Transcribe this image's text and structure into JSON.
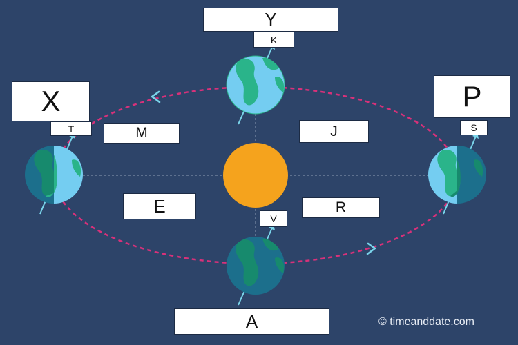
{
  "labels": {
    "y": "Y",
    "k": "K",
    "x": "X",
    "t": "T",
    "p": "P",
    "s": "S",
    "m": "M",
    "j": "J",
    "e": "E",
    "r": "R",
    "v": "V",
    "a": "A"
  },
  "credit": "© timeanddate.com",
  "colors": {
    "background": "#2d4469",
    "orbit": "#d8317a",
    "sun": "#f5a31d",
    "ocean_day": "#74cdf1",
    "ocean_night": "#1c6f8c",
    "land_day": "#2ab48a",
    "land_night": "#178a6d",
    "axis": "#7ad4ea",
    "guide": "#7d8ca6"
  },
  "icons": [
    "sun",
    "earth",
    "axis-arrow",
    "orbit-direction-arrow"
  ]
}
